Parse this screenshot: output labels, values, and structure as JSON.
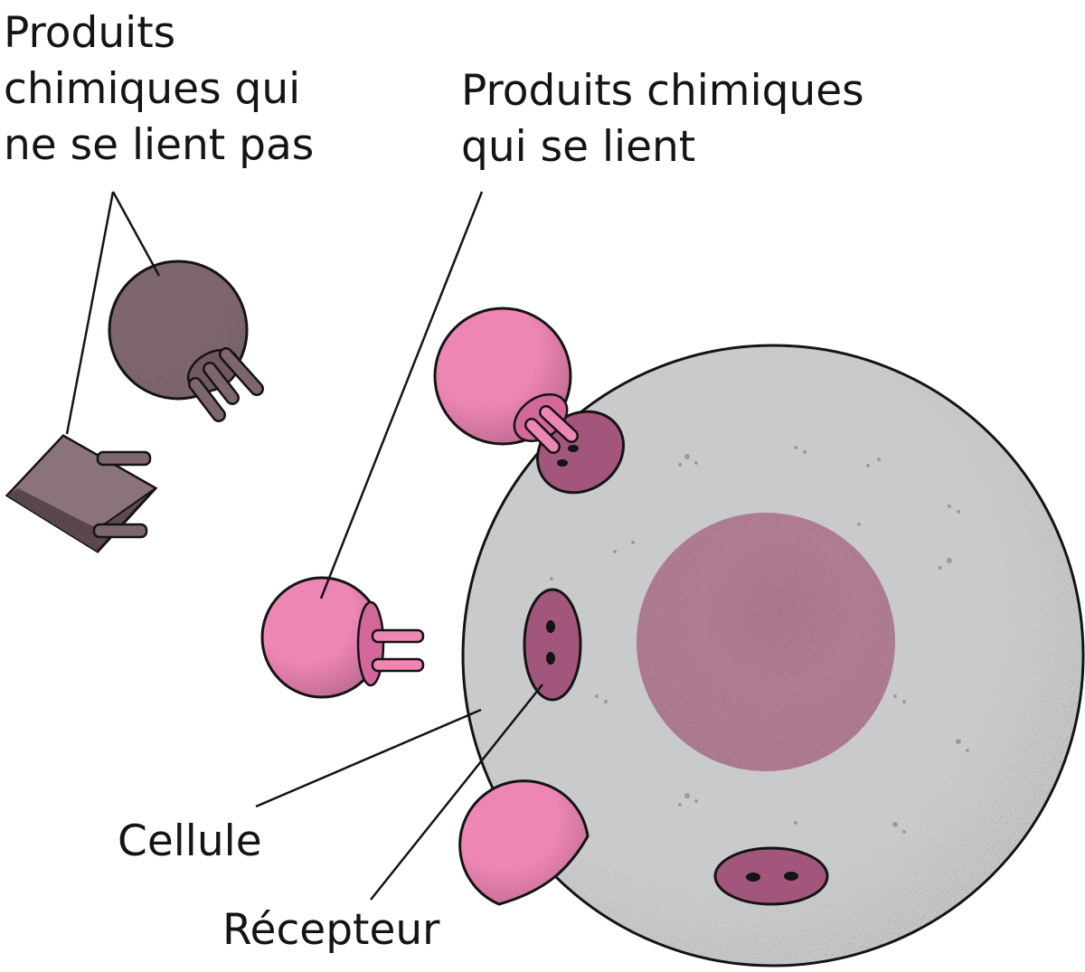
{
  "labels": {
    "non_binding": [
      "Produits",
      "chimiques qui",
      "ne se lient pas"
    ],
    "binding": [
      "Produits chimiques",
      "qui se lient"
    ],
    "cell": "Cellule",
    "receptor": "Récepteur"
  },
  "colors": {
    "cell_fill": "#c9cacc",
    "nucleus_fill": "#b07d93",
    "receptor_fill": "#a3567b",
    "binding_chemical": "#ee86b4",
    "non_binding_chemical": "#7e6670",
    "outline": "#141414"
  }
}
